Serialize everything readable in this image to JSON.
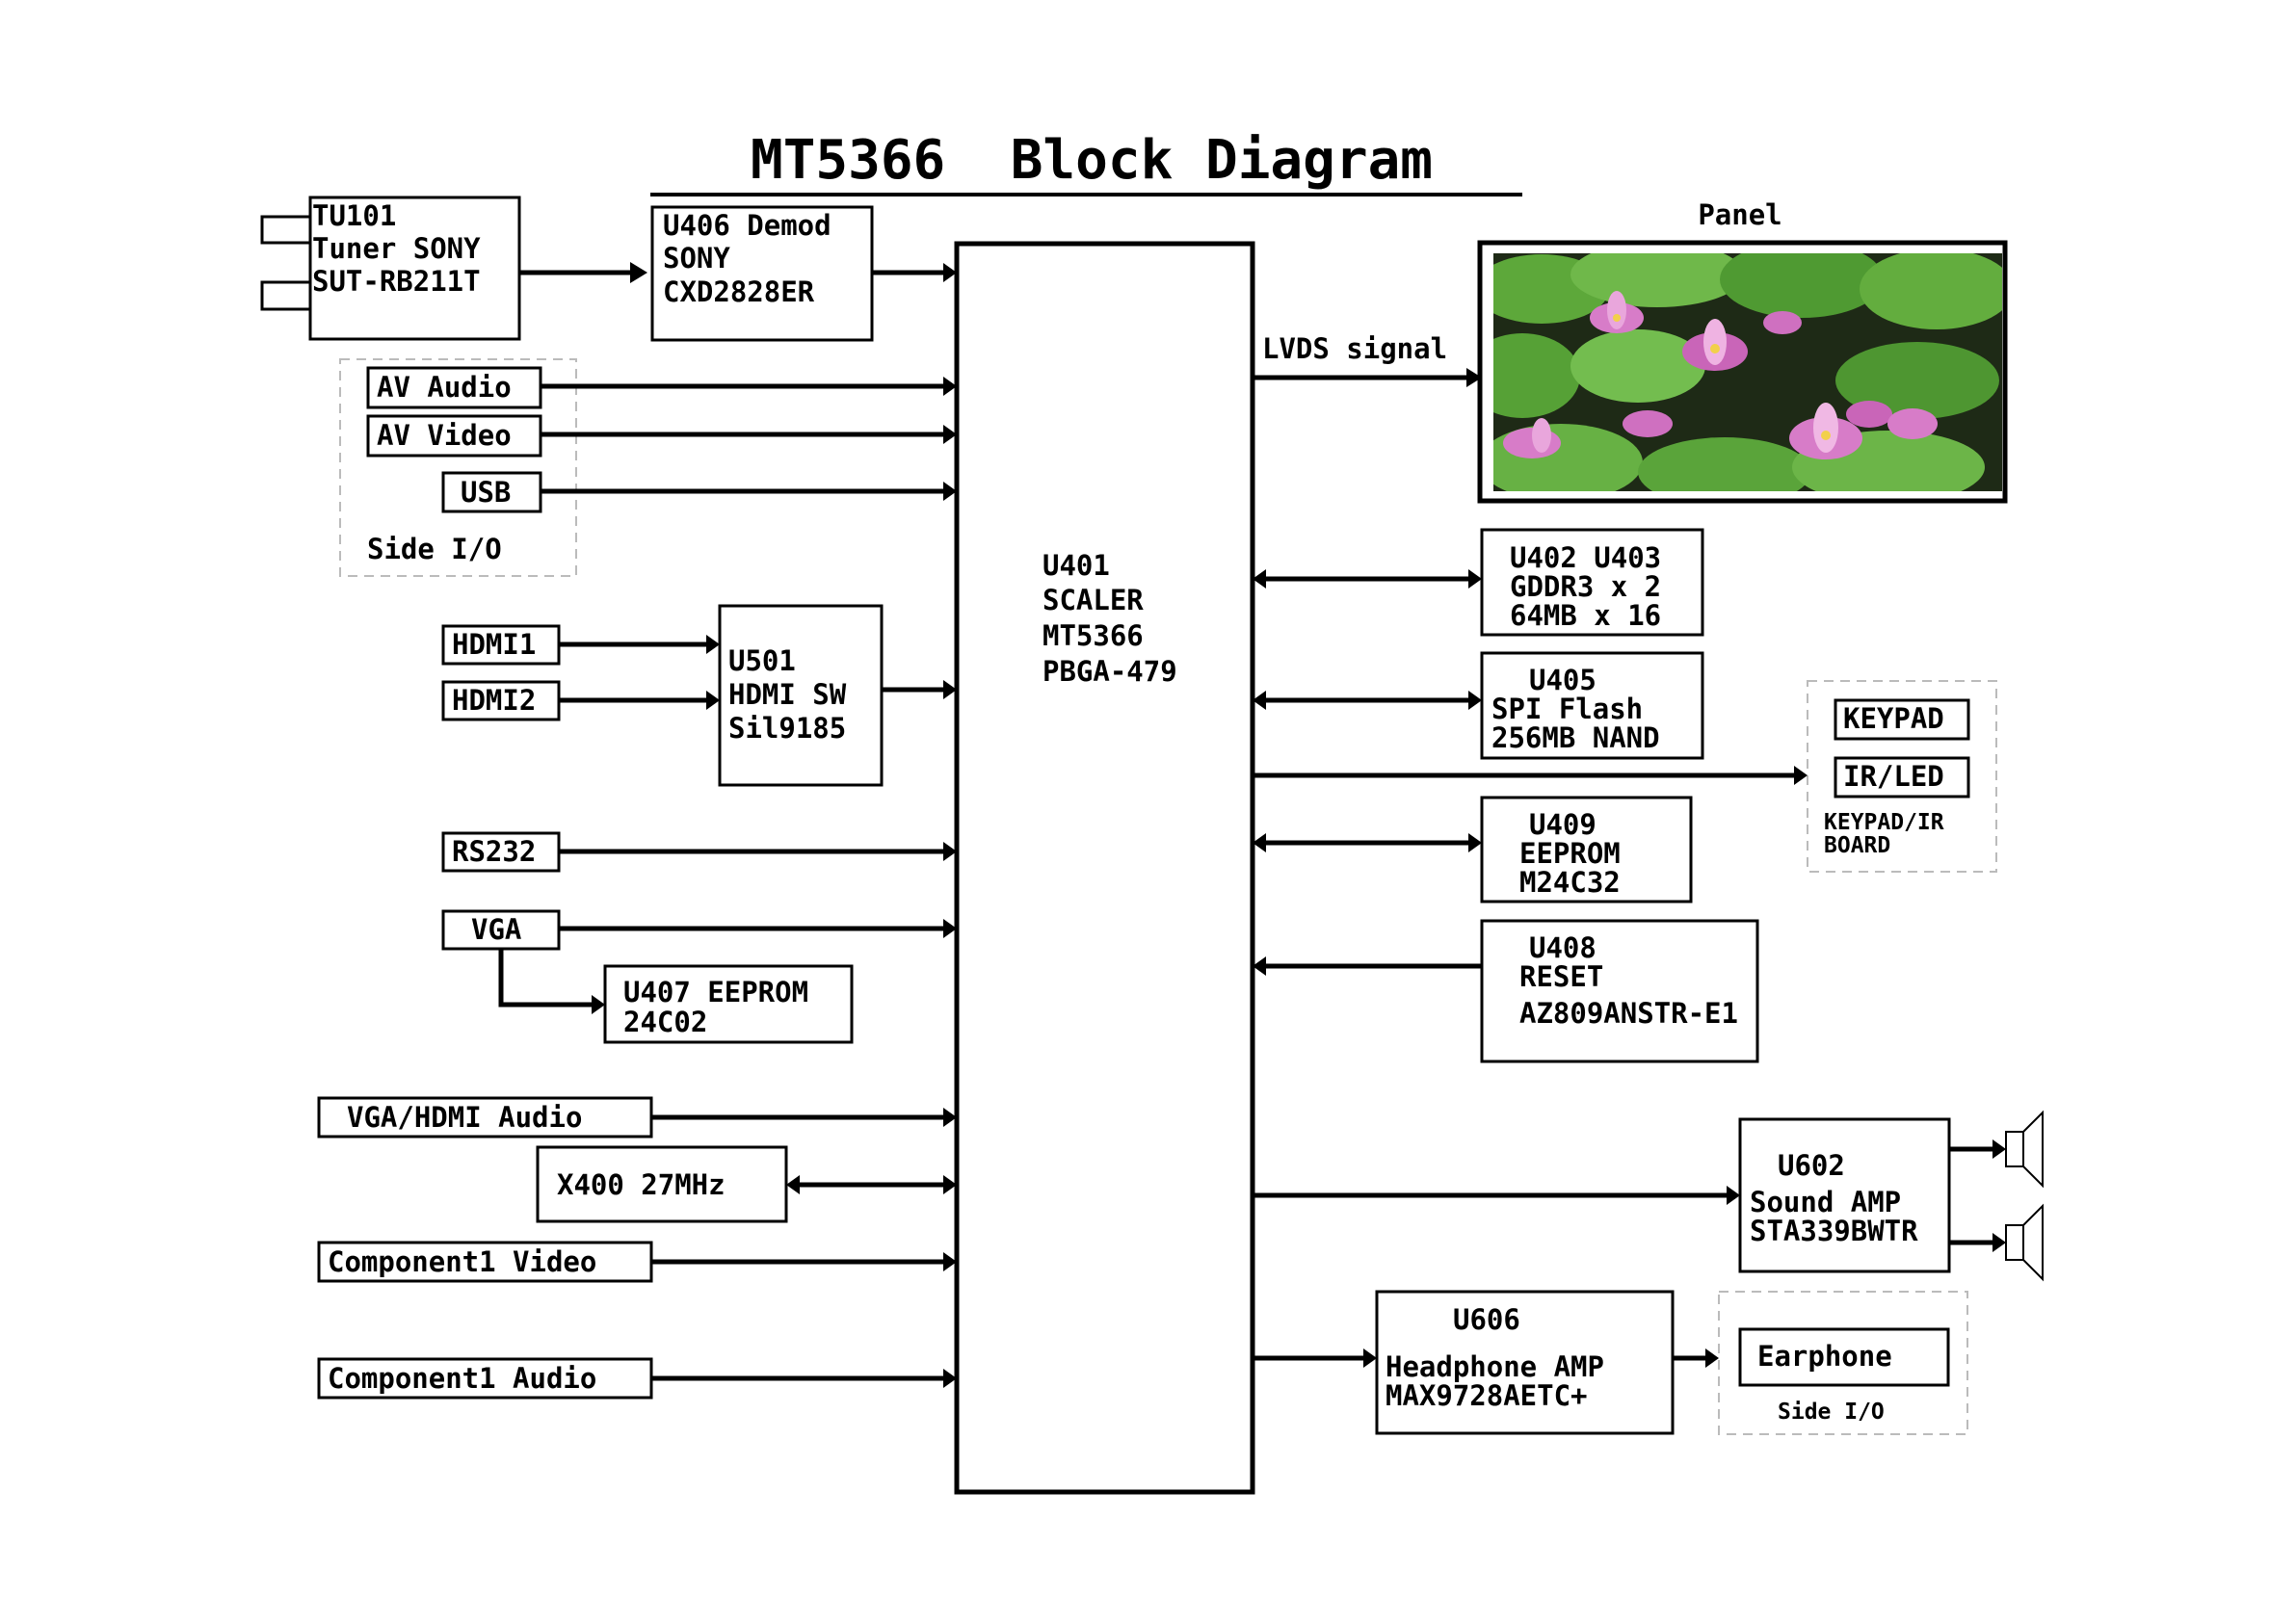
{
  "title": "MT5366  Block Diagram",
  "tuner": {
    "lines": [
      "TU101",
      "Tuner SONY",
      "SUT-RB211T"
    ]
  },
  "demod": {
    "lines": [
      "U406 Demod",
      "SONY",
      "CXD2828ER"
    ]
  },
  "side_io_left": {
    "av_audio": "AV Audio",
    "av_video": "AV Video",
    "usb": "USB",
    "label": "Side I/O"
  },
  "hdmi": {
    "hdmi1": "HDMI1",
    "hdmi2": "HDMI2",
    "switch_lines": [
      "U501",
      "HDMI SW",
      "Sil9185"
    ]
  },
  "rs232": "RS232",
  "vga": "VGA",
  "vga_eeprom": {
    "lines": [
      "U407 EEPROM",
      "24C02"
    ]
  },
  "vga_hdmi_audio": "VGA/HDMI Audio",
  "crystal": "X400 27MHz",
  "component_video": "Component1 Video",
  "component_audio": "Component1 Audio",
  "scaler": {
    "lines": [
      "U401",
      "SCALER",
      "MT5366",
      "PBGA-479"
    ]
  },
  "lvds": "LVDS signal",
  "panel": {
    "label": "Panel",
    "image_desc": "photo of pink water lilies among green lily pads"
  },
  "ddr": {
    "lines": [
      "U402 U403",
      "GDDR3 x 2",
      "64MB x 16"
    ]
  },
  "flash": {
    "lines": [
      "U405",
      "SPI Flash",
      "256MB NAND"
    ]
  },
  "eeprom": {
    "lines": [
      "U409",
      "EEPROM",
      "M24C32"
    ]
  },
  "reset": {
    "lines": [
      "U408",
      "RESET",
      "AZ809ANSTR-E1"
    ]
  },
  "keypad_board": {
    "keypad": "KEYPAD",
    "ir_led": "IR/LED",
    "label_lines": [
      "KEYPAD/IR",
      "BOARD"
    ]
  },
  "sound_amp": {
    "lines": [
      "U602",
      "Sound AMP",
      "STA339BWTR"
    ]
  },
  "headphone_amp": {
    "lines": [
      "U606",
      "Headphone AMP",
      "MAX9728AETC+"
    ]
  },
  "earphone": {
    "label": "Earphone",
    "side_io": "Side I/O"
  },
  "colors": {
    "line": "#000000",
    "dashed_group": "#bbbbbb",
    "leaf_green": "#5da83a",
    "water_dark": "#1e2a16",
    "petal_pink": "#d77cc8"
  }
}
